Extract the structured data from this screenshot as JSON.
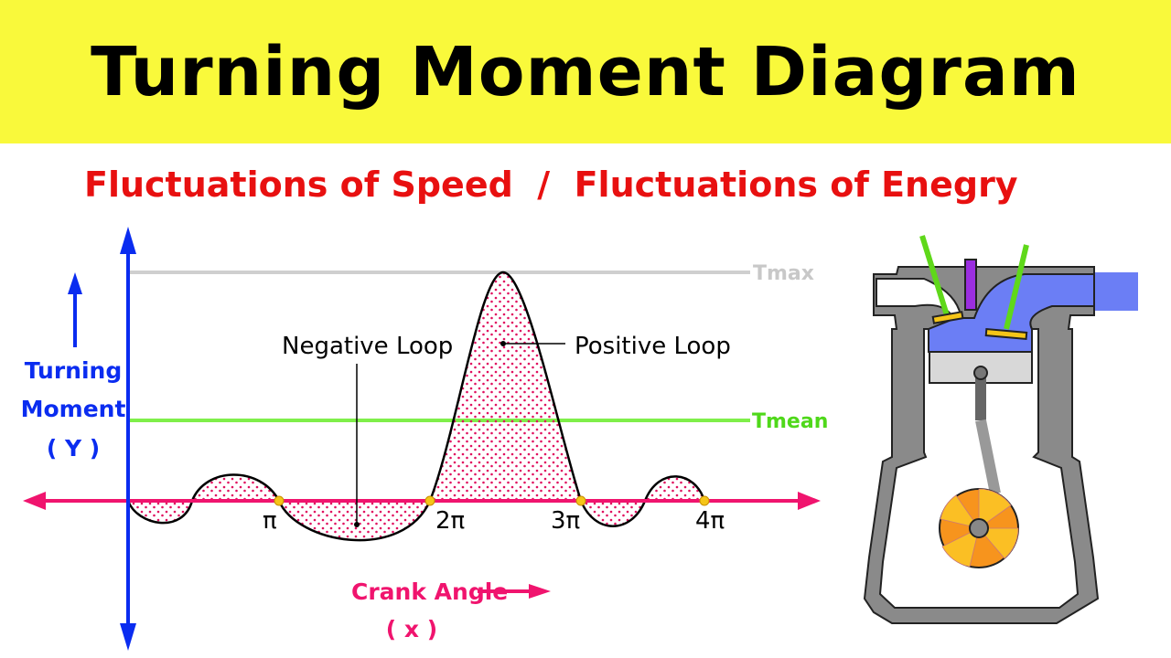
{
  "title": "Turning Moment Diagram",
  "subtitle": "Fluctuations of Speed  /  Fluctuations of Enegry",
  "y_axis": {
    "line1": "Turning",
    "line2": "Moment",
    "line3": "( Y )"
  },
  "x_axis": {
    "label": "Crank Angle",
    "symbol": "( x )"
  },
  "lines": {
    "tmax": "Tmax",
    "tmean": "Tmean"
  },
  "ticks": [
    "π",
    "2π",
    "3π",
    "4π"
  ],
  "annotations": {
    "negative": "Negative Loop",
    "positive": "Positive Loop"
  },
  "colors": {
    "banner": "#f9f93b",
    "subtitle": "#e81010",
    "axis_y": "#0a2cf0",
    "axis_x": "#f0146e",
    "tmean": "#7fef4a",
    "tmax": "#cccccc"
  }
}
